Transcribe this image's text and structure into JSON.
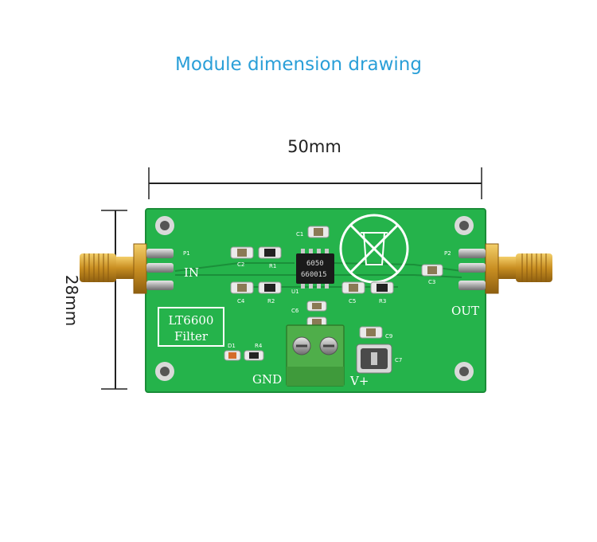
{
  "title": "Module dimension drawing",
  "dimensions": {
    "width_label": "50mm",
    "height_label": "28mm"
  },
  "board": {
    "chip_label": "LT6600",
    "chip_sublabel": "Filter",
    "ic_marking_top": "6050",
    "ic_marking_bottom": "660015",
    "in_label": "IN",
    "out_label": "OUT",
    "gnd_label": "GND",
    "vplus_label": "V+",
    "refs": {
      "p1": "P1",
      "p2": "P2",
      "c1": "C1",
      "c2": "C2",
      "c3": "C3",
      "c4": "C4",
      "c5": "C5",
      "c6": "C6",
      "c9": "C9",
      "c7": "C7",
      "r1": "R1",
      "r2": "R2",
      "r3": "R3",
      "r4": "R4",
      "d1": "D1",
      "u1": "U1"
    }
  },
  "colors": {
    "pcb": "#25b34b",
    "pcb_dark": "#1d9a3f",
    "silk": "#ffffff",
    "title": "#2a9fd8",
    "gold": "#d8a637",
    "terminal": "#4fae4a"
  },
  "icons": {
    "weee": "crossed-bin-icon"
  }
}
